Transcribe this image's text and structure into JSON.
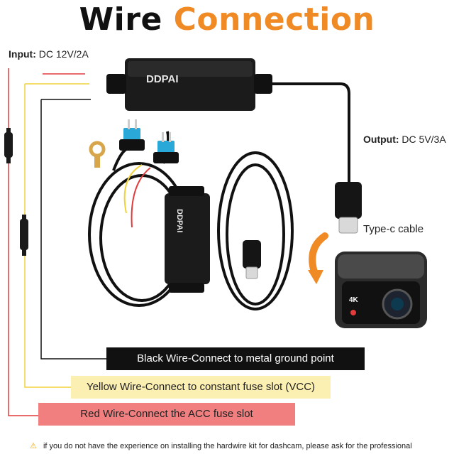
{
  "title": {
    "part1": "Wire",
    "part2": "Connection"
  },
  "input": {
    "label": "Input:",
    "value": "DC 12V/2A"
  },
  "output": {
    "label": "Output:",
    "value": "DC 5V/3A"
  },
  "typec_label": "Type-c cable",
  "device_brand": "DDPAI",
  "camera_badge": "4K",
  "bars": {
    "black": "Black Wire-Connect to metal ground point",
    "yellow": "Yellow Wire-Connect to constant fuse slot (VCC)",
    "red": "Red Wire-Connect the ACC fuse slot"
  },
  "note": "if you do not have the experience on installing the hardwire kit for dashcam, please ask for the professional",
  "colors": {
    "accent": "#f08a24",
    "black_wire": "#111111",
    "yellow_wire": "#f2d23a",
    "red_wire": "#e23b3b"
  }
}
